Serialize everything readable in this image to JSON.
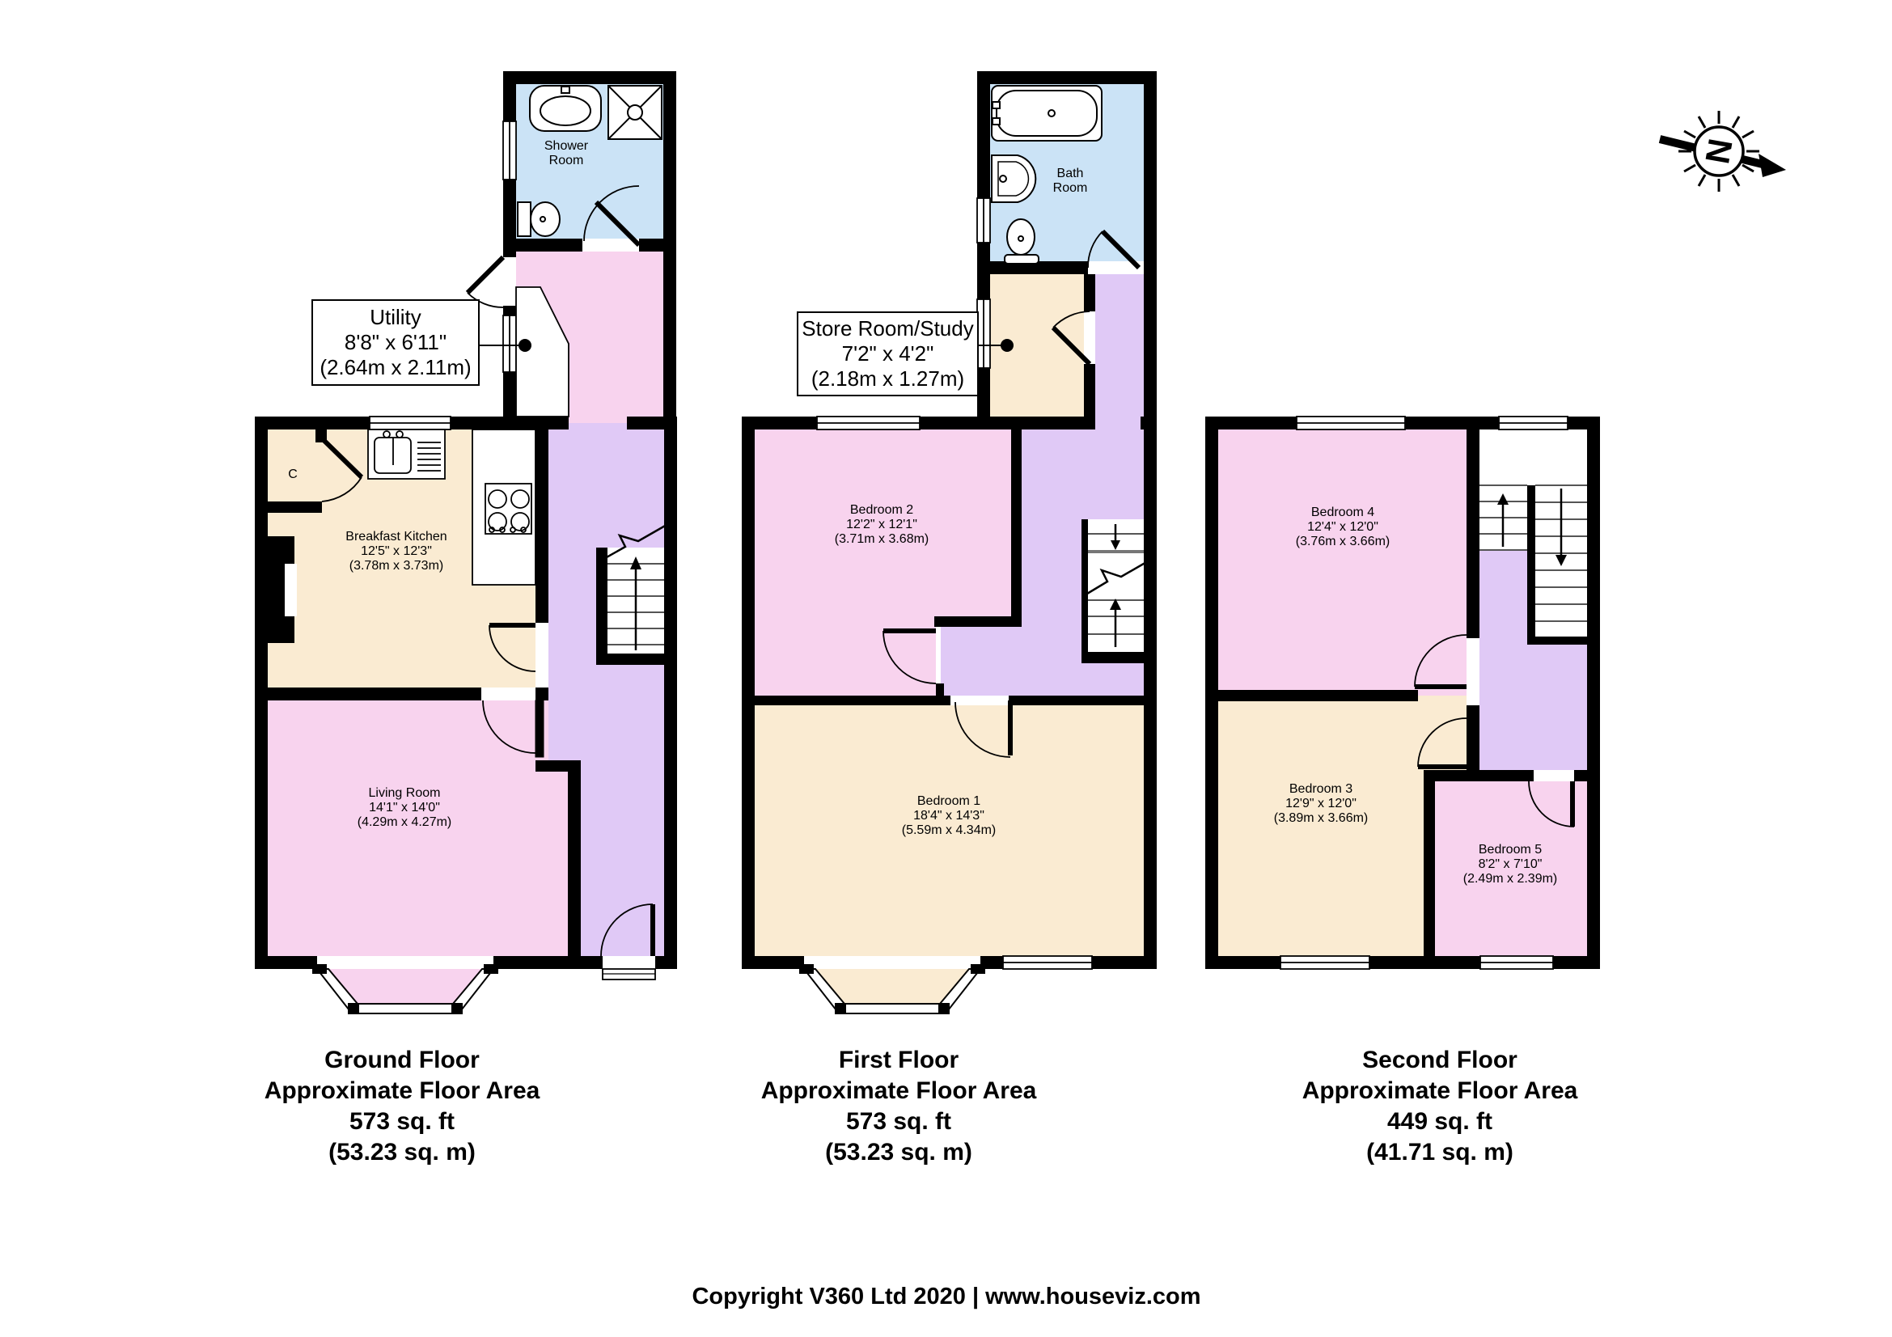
{
  "colors": {
    "room_pink": "#F8D3EE",
    "room_cream": "#FAEBD2",
    "hall_lilac": "#E0C9F6",
    "bath_blue": "#CBE3F6",
    "wall_black": "#000000",
    "background": "#FFFFFF"
  },
  "compass": {
    "label": "N"
  },
  "footer": {
    "text": "Copyright V360 Ltd 2020 | www.houseviz.com"
  },
  "floors": {
    "ground": {
      "caption": [
        "Ground Floor",
        "Approximate Floor Area",
        "573 sq. ft",
        "(53.23 sq. m)"
      ],
      "rooms": {
        "shower": {
          "line1": "Shower",
          "line2": "Room"
        },
        "utility": {
          "name": "Utility",
          "ft": "8'8\" x 6'11\"",
          "m": "(2.64m x 2.11m)"
        },
        "kitchen": {
          "name": "Breakfast Kitchen",
          "ft": "12'5\" x 12'3\"",
          "m": "(3.78m x 3.73m)"
        },
        "living": {
          "name": "Living Room",
          "ft": "14'1\" x 14'0\"",
          "m": "(4.29m x 4.27m)"
        },
        "cupboard": {
          "name": "C"
        }
      }
    },
    "first": {
      "caption": [
        "First Floor",
        "Approximate Floor Area",
        "573 sq. ft",
        "(53.23 sq. m)"
      ],
      "rooms": {
        "bath": {
          "line1": "Bath",
          "line2": "Room"
        },
        "store": {
          "name": "Store Room/Study",
          "ft": "7'2\" x 4'2\"",
          "m": "(2.18m x 1.27m)"
        },
        "bedroom2": {
          "name": "Bedroom 2",
          "ft": "12'2\" x 12'1\"",
          "m": "(3.71m x 3.68m)"
        },
        "bedroom1": {
          "name": "Bedroom 1",
          "ft": "18'4\" x 14'3\"",
          "m": "(5.59m x 4.34m)"
        }
      }
    },
    "second": {
      "caption": [
        "Second Floor",
        "Approximate Floor Area",
        "449 sq. ft",
        "(41.71 sq. m)"
      ],
      "rooms": {
        "bedroom4": {
          "name": "Bedroom 4",
          "ft": "12'4\" x 12'0\"",
          "m": "(3.76m x 3.66m)"
        },
        "bedroom3": {
          "name": "Bedroom 3",
          "ft": "12'9\" x 12'0\"",
          "m": "(3.89m x 3.66m)"
        },
        "bedroom5": {
          "name": "Bedroom 5",
          "ft": "8'2\" x 7'10\"",
          "m": "(2.49m x 2.39m)"
        }
      }
    }
  }
}
